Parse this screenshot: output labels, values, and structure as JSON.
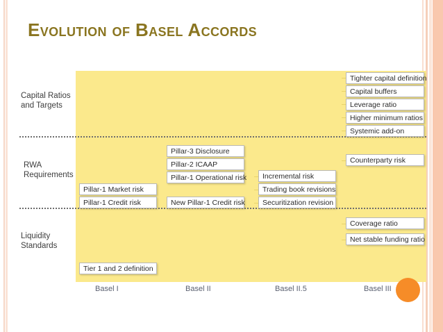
{
  "slide": {
    "title": "Evolution of Basel Accords",
    "title_color": "#8a7520",
    "panel_color": "#fbe98c",
    "accent_color": "#f68c28",
    "edge_color": "#f9c8ae"
  },
  "rows": [
    {
      "id": "capital",
      "label": "Capital Ratios\nand Targets"
    },
    {
      "id": "rwa",
      "label": "RWA\nRequirements"
    },
    {
      "id": "liquidity",
      "label": "Liquidity\nStandards"
    }
  ],
  "row_labels": {
    "capital_line1": "Capital Ratios",
    "capital_line2": "and Targets",
    "rwa_line1": "RWA",
    "rwa_line2": "Requirements",
    "liquidity_line1": "Liquidity",
    "liquidity_line2": "Standards"
  },
  "boxes": {
    "tighter_capital_definition": "Tighter capital definition",
    "capital_buffers": "Capital buffers",
    "leverage_ratio": "Leverage ratio",
    "higher_minimum_ratios": "Higher minimum ratios",
    "systemic_add_on": "Systemic add-on",
    "pillar3_disclosure": "Pillar-3 Disclosure",
    "pillar2_icaap": "Pillar-2 ICAAP",
    "pillar1_operational_risk": "Pillar-1 Operational risk",
    "pillar1_market_risk": "Pillar-1 Market risk",
    "pillar1_credit_risk": "Pillar-1 Credit risk",
    "new_pillar1_credit_risk": "New Pillar-1 Credit risk",
    "incremental_risk": "Incremental risk",
    "trading_book_revisions": "Trading book revisions",
    "securitization_revision": "Securitization revision",
    "counterparty_risk": "Counterparty risk",
    "coverage_ratio": "Coverage ratio",
    "net_stable_funding_ratio": "Net stable funding ratio",
    "tier_1_and_2_definition": "Tier 1 and 2 definition"
  },
  "axis": {
    "labels": [
      "Basel I",
      "Basel II",
      "Basel II.5",
      "Basel III"
    ]
  },
  "chart_data": {
    "type": "table",
    "title": "Evolution of Basel Accords",
    "xlabel": "",
    "ylabel": "",
    "categories": [
      "Basel I",
      "Basel II",
      "Basel II.5",
      "Basel III"
    ],
    "row_bands": [
      "Capital Ratios and Targets",
      "RWA Requirements",
      "Liquidity Standards"
    ],
    "cells": [
      {
        "band": "Capital Ratios and Targets",
        "column": "Basel III",
        "items": [
          "Tighter capital definition",
          "Capital buffers",
          "Leverage ratio",
          "Higher minimum ratios",
          "Systemic add-on"
        ]
      },
      {
        "band": "RWA Requirements",
        "column": "Basel I",
        "items": [
          "Pillar-1 Market risk",
          "Pillar-1 Credit risk"
        ]
      },
      {
        "band": "RWA Requirements",
        "column": "Basel II",
        "items": [
          "Pillar-3 Disclosure",
          "Pillar-2 ICAAP",
          "Pillar-1 Operational risk",
          "New Pillar-1 Credit risk"
        ]
      },
      {
        "band": "RWA Requirements",
        "column": "Basel II.5",
        "items": [
          "Incremental risk",
          "Trading book revisions",
          "Securitization revision"
        ]
      },
      {
        "band": "RWA Requirements",
        "column": "Basel III",
        "items": [
          "Counterparty risk"
        ]
      },
      {
        "band": "Liquidity Standards",
        "column": "Basel I",
        "items": [
          "Tier 1 and 2 definition"
        ]
      },
      {
        "band": "Liquidity Standards",
        "column": "Basel III",
        "items": [
          "Coverage ratio",
          "Net stable funding ratio"
        ]
      }
    ],
    "grid": false,
    "legend": "none"
  }
}
